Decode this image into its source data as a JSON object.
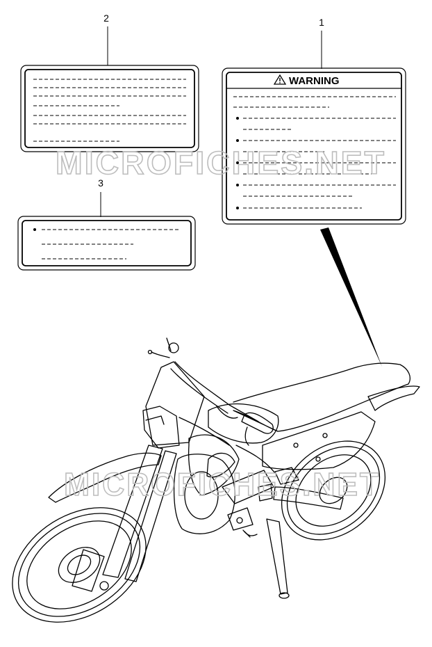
{
  "callouts": [
    {
      "id": "1",
      "label": "1"
    },
    {
      "id": "2",
      "label": "2"
    },
    {
      "id": "3",
      "label": "3"
    }
  ],
  "labels": {
    "warning_header": "WARNING"
  },
  "watermarks": [
    "MICROFICHES.NET",
    "MICROFICHES.NET"
  ]
}
